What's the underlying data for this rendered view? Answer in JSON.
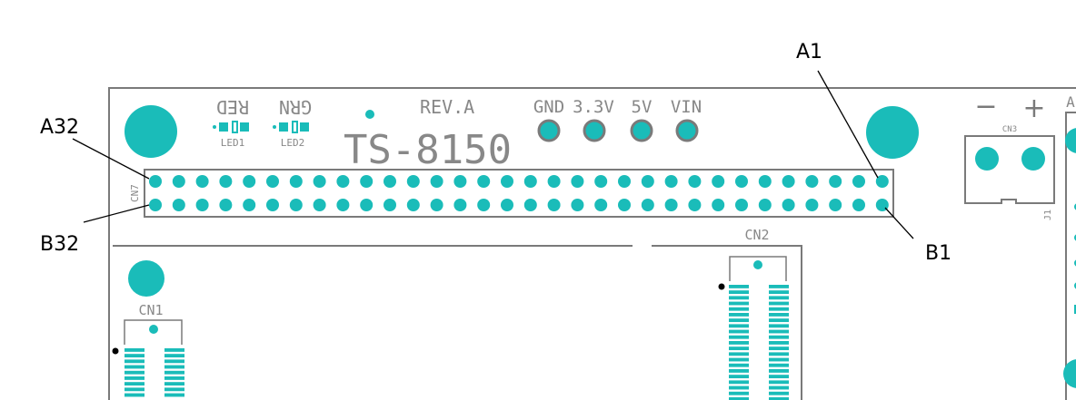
{
  "colors": {
    "pad": "#1abcb9",
    "outline": "#7a7a7a",
    "silkscreen_text": "#888888",
    "callout_text": "#000000",
    "via_gray": "#7a7a7a"
  },
  "board": {
    "name": "TS-8150",
    "revision": "REV.A",
    "led_labels": [
      "LED1",
      "LED2"
    ],
    "led_colors_mirrored": [
      "RED",
      "GRN"
    ],
    "power_pins": [
      "GND",
      "3.3V",
      "5V",
      "VIN"
    ],
    "connector_cn7": "CN7",
    "connector_cn1": "CN1",
    "connector_cn2": "CN2",
    "connector_cn3": "CN3",
    "connector_j1": "J1",
    "cn3_minus": "−",
    "cn3_plus": "+",
    "edge_label_right": "A"
  },
  "callouts": {
    "a1": "A1",
    "a32": "A32",
    "b1": "B1",
    "b32": "B32"
  }
}
